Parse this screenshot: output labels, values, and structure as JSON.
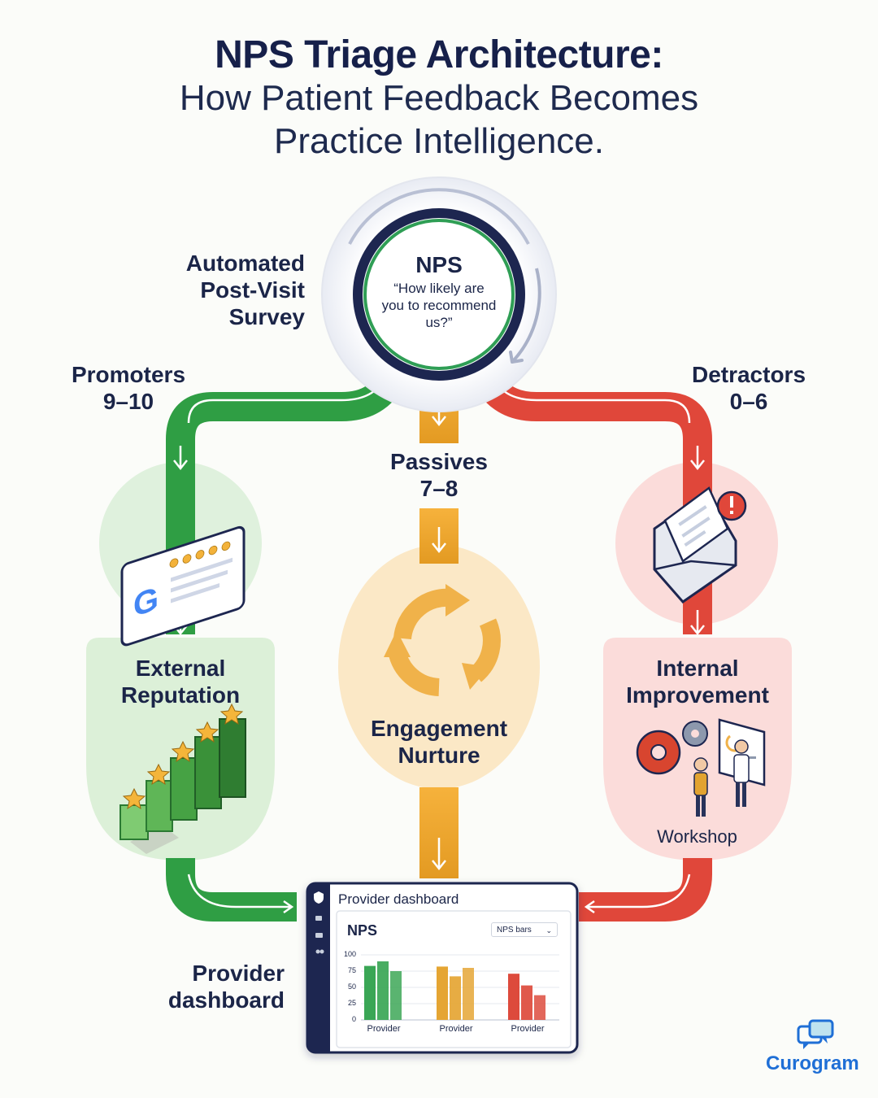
{
  "title": {
    "line1": "NPS Triage Architecture:",
    "line2": "How Patient Feedback Becomes",
    "line3": "Practice Intelligence."
  },
  "survey_label": [
    "Automated",
    "Post-Visit",
    "Survey"
  ],
  "nps_node": {
    "title": "NPS",
    "question_lines": [
      "“How likely are",
      "you to recommend",
      "us?”"
    ]
  },
  "branches": {
    "promoters": {
      "name": "Promoters",
      "range": "9–10",
      "color": "#2f9e44"
    },
    "passives": {
      "name": "Passives",
      "range": "7–8",
      "color": "#e9a630"
    },
    "detractors": {
      "name": "Detractors",
      "range": "0–6",
      "color": "#e0473a"
    }
  },
  "outcomes": {
    "external": [
      "External",
      "Reputation"
    ],
    "engagement": [
      "Engagement",
      "Nurture"
    ],
    "internal": [
      "Internal",
      "Improvement"
    ],
    "workshop": "Workshop"
  },
  "dashboard_label": [
    "Provider",
    "dashboard"
  ],
  "dashboard": {
    "title": "Provider dashboard",
    "chart_title": "NPS",
    "select_value": "NPS bars",
    "sidebar_icons": [
      "shield-icon",
      "lock-icon",
      "folder-icon",
      "users-icon"
    ]
  },
  "chart_data": {
    "type": "bar",
    "title": "NPS",
    "categories": [
      "Provider",
      "Provider",
      "Provider"
    ],
    "yticks": [
      100,
      75,
      50,
      25,
      0
    ],
    "ylim": [
      0,
      100
    ],
    "series_groups": [
      {
        "color": "#3aa655",
        "values": [
          83,
          90,
          75
        ]
      },
      {
        "color": "#e5a533",
        "values": [
          82,
          67,
          80
        ]
      },
      {
        "color": "#dd4a3c",
        "values": [
          71,
          53,
          38
        ]
      }
    ]
  },
  "brand": {
    "name": "Curogram",
    "color": "#1f6fd6"
  }
}
